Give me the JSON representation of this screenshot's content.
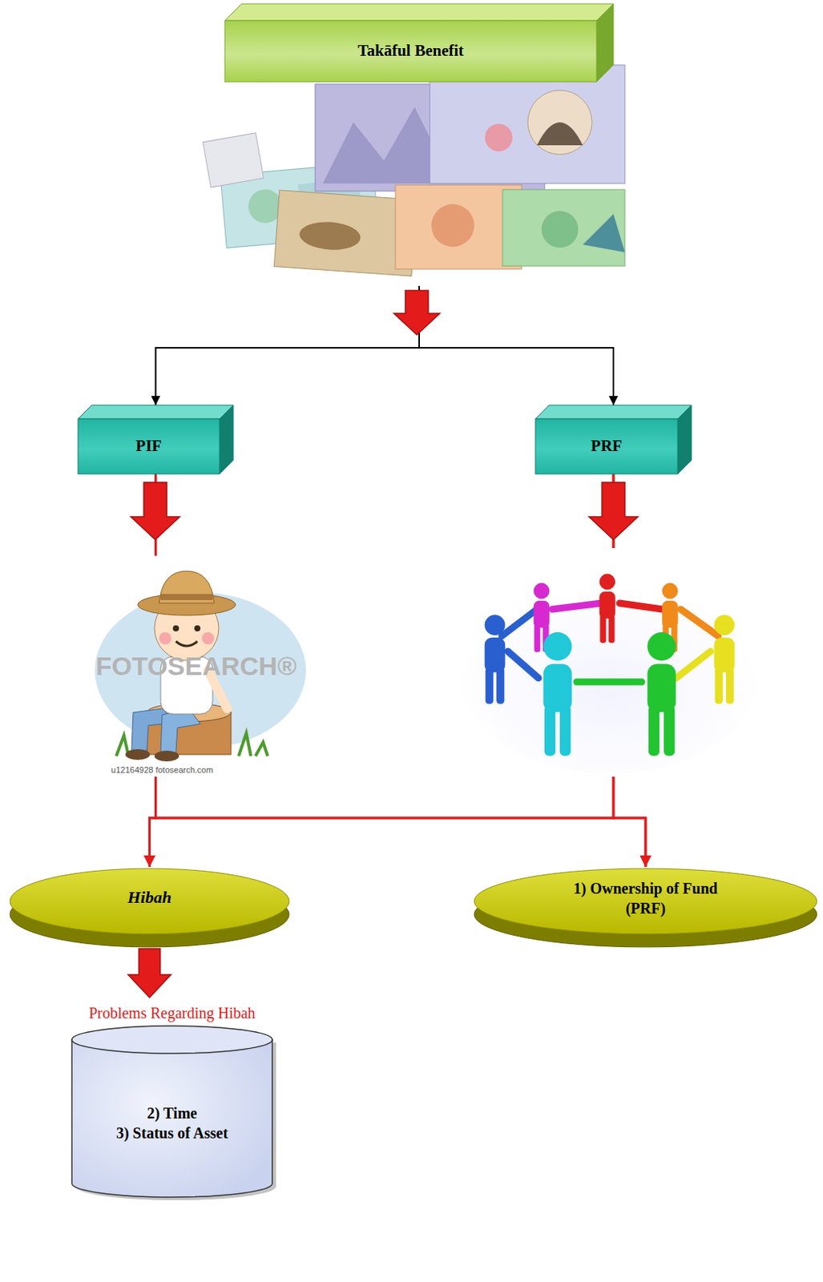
{
  "diagram": {
    "nodes": [
      {
        "text": [
          "Takāful Benefit"
        ]
      },
      {
        "text": [
          "PIF"
        ]
      },
      {
        "text": [
          "PRF"
        ]
      },
      {
        "text": [
          "Hibah"
        ]
      },
      {
        "text": [
          "1) Ownership of Fund (PRF)"
        ]
      },
      {
        "text": [
          "Problems Regarding Hibah",
          "2) Time",
          "3) Status of Asset"
        ]
      }
    ],
    "edges": [
      {
        "from": 0,
        "to": 1,
        "arrow": "to"
      },
      {
        "from": 0,
        "to": 2,
        "arrow": "to"
      },
      {
        "from": 1,
        "to": 3,
        "arrow": "to"
      },
      {
        "from": 1,
        "to": 4,
        "arrow": "to"
      },
      {
        "from": 2,
        "to": 3,
        "arrow": "to"
      },
      {
        "from": 2,
        "to": 4,
        "arrow": "to"
      },
      {
        "from": 3,
        "to": 5,
        "arrow": "to"
      }
    ],
    "labels": [
      "FOTOSEARCH®",
      "u12164928 fotosearch.com"
    ]
  }
}
